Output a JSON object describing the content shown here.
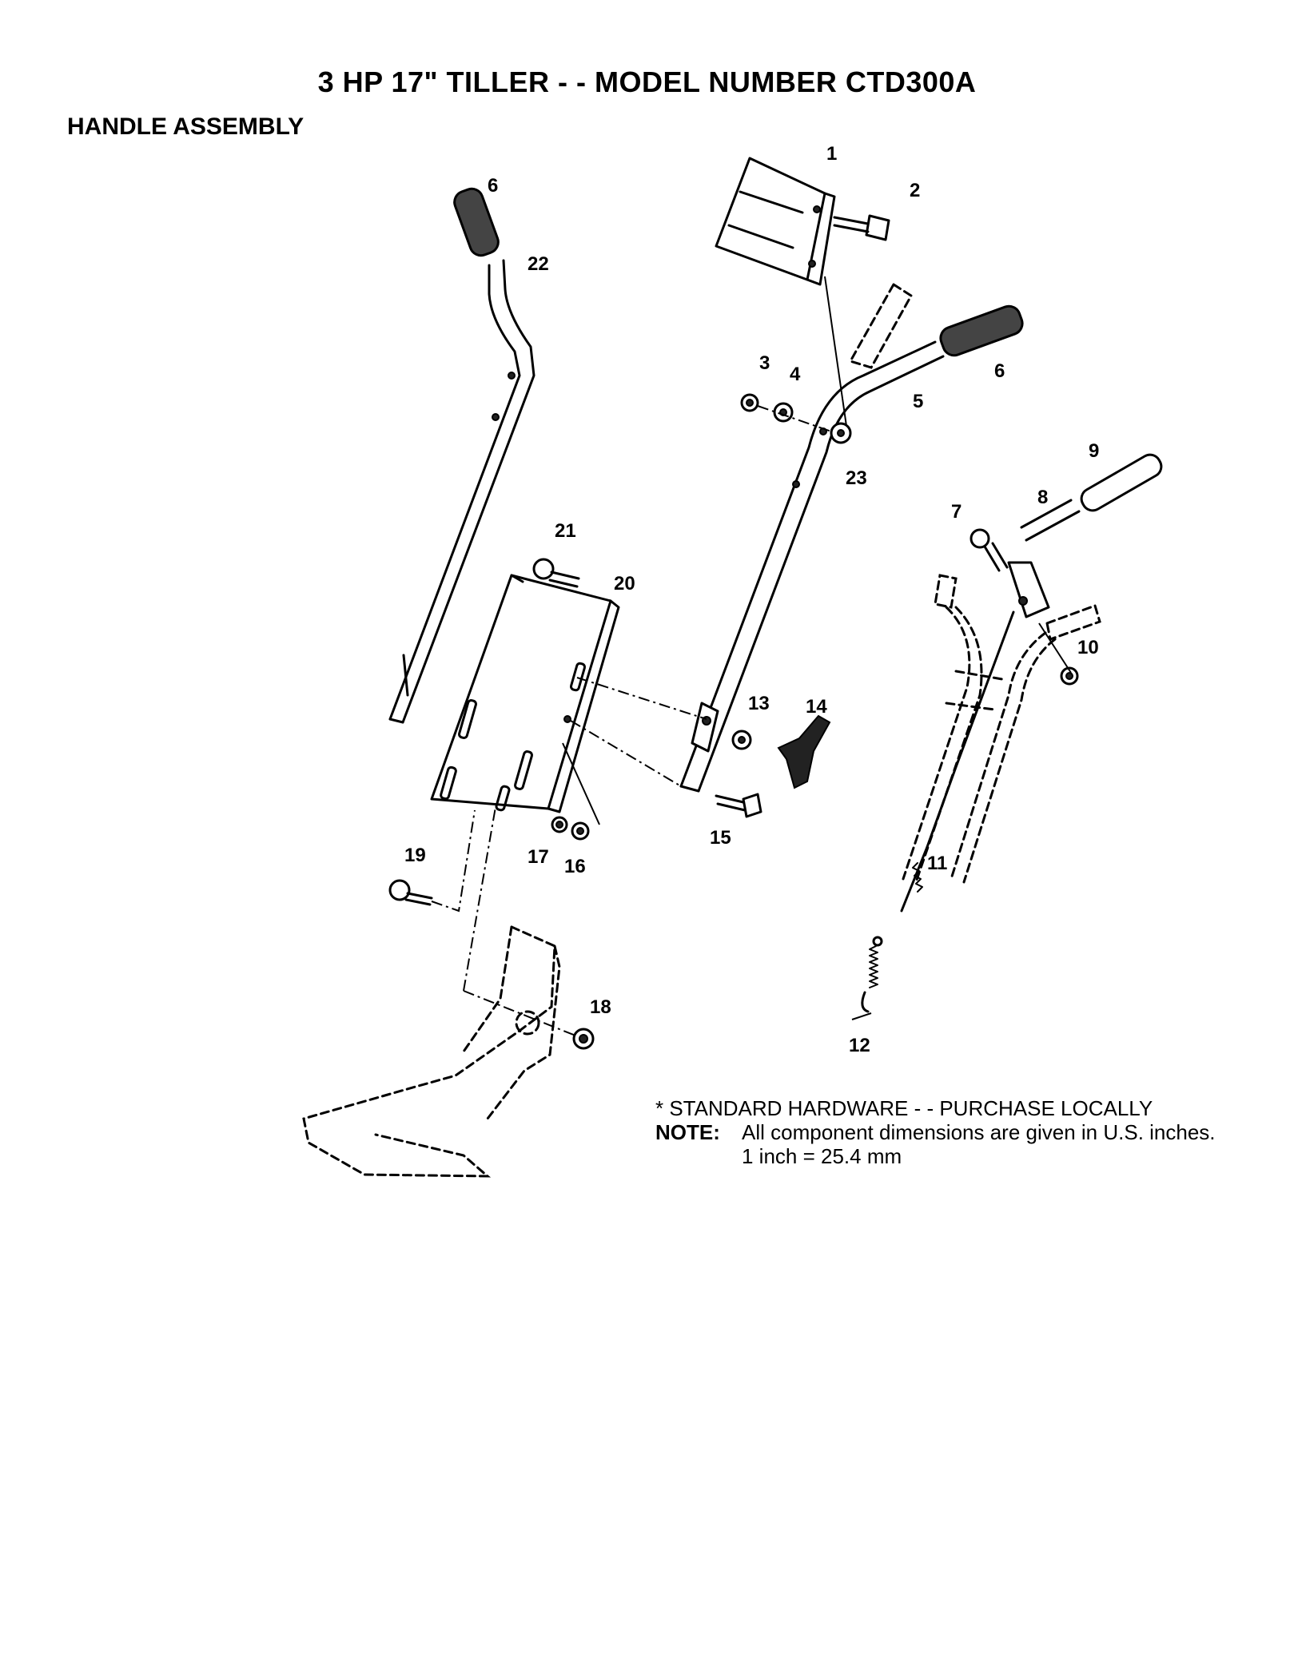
{
  "header": {
    "title": "3 HP 17\" TILLER - - MODEL NUMBER CTD300A",
    "subtitle": "HANDLE ASSEMBLY"
  },
  "callouts": {
    "c1": "1",
    "c2": "2",
    "c3": "3",
    "c4": "4",
    "c5": "5",
    "c6a": "6",
    "c6b": "6",
    "c7": "7",
    "c8": "8",
    "c9": "9",
    "c10": "10",
    "c11": "11",
    "c12": "12",
    "c13": "13",
    "c14": "14",
    "c15": "15",
    "c16": "16",
    "c17": "17",
    "c18": "18",
    "c19": "19",
    "c20": "20",
    "c21": "21",
    "c22": "22",
    "c23": "23"
  },
  "notes": {
    "standard_hardware": "* STANDARD HARDWARE - - PURCHASE LOCALLY",
    "note_label": "NOTE:",
    "note_text": "All component dimensions are given in U.S. inches.",
    "conversion": "1 inch = 25.4 mm"
  }
}
